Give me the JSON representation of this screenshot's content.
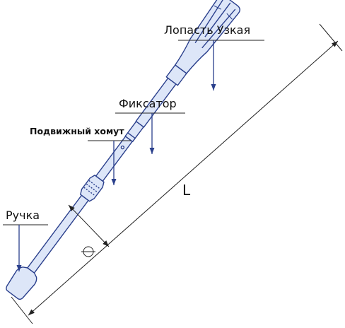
{
  "labels": {
    "blade": "Лопасть Узкая",
    "latch": "Фиксатор",
    "clamp": "Подвижный хомут",
    "handle": "Ручка",
    "length": "L",
    "diameter": "⊖"
  },
  "colors": {
    "body_fill": "#dde6f8",
    "body_stroke": "#2a3f8c",
    "leader": "#2a3f8c",
    "dimension": "#222222",
    "text": "#111111"
  }
}
